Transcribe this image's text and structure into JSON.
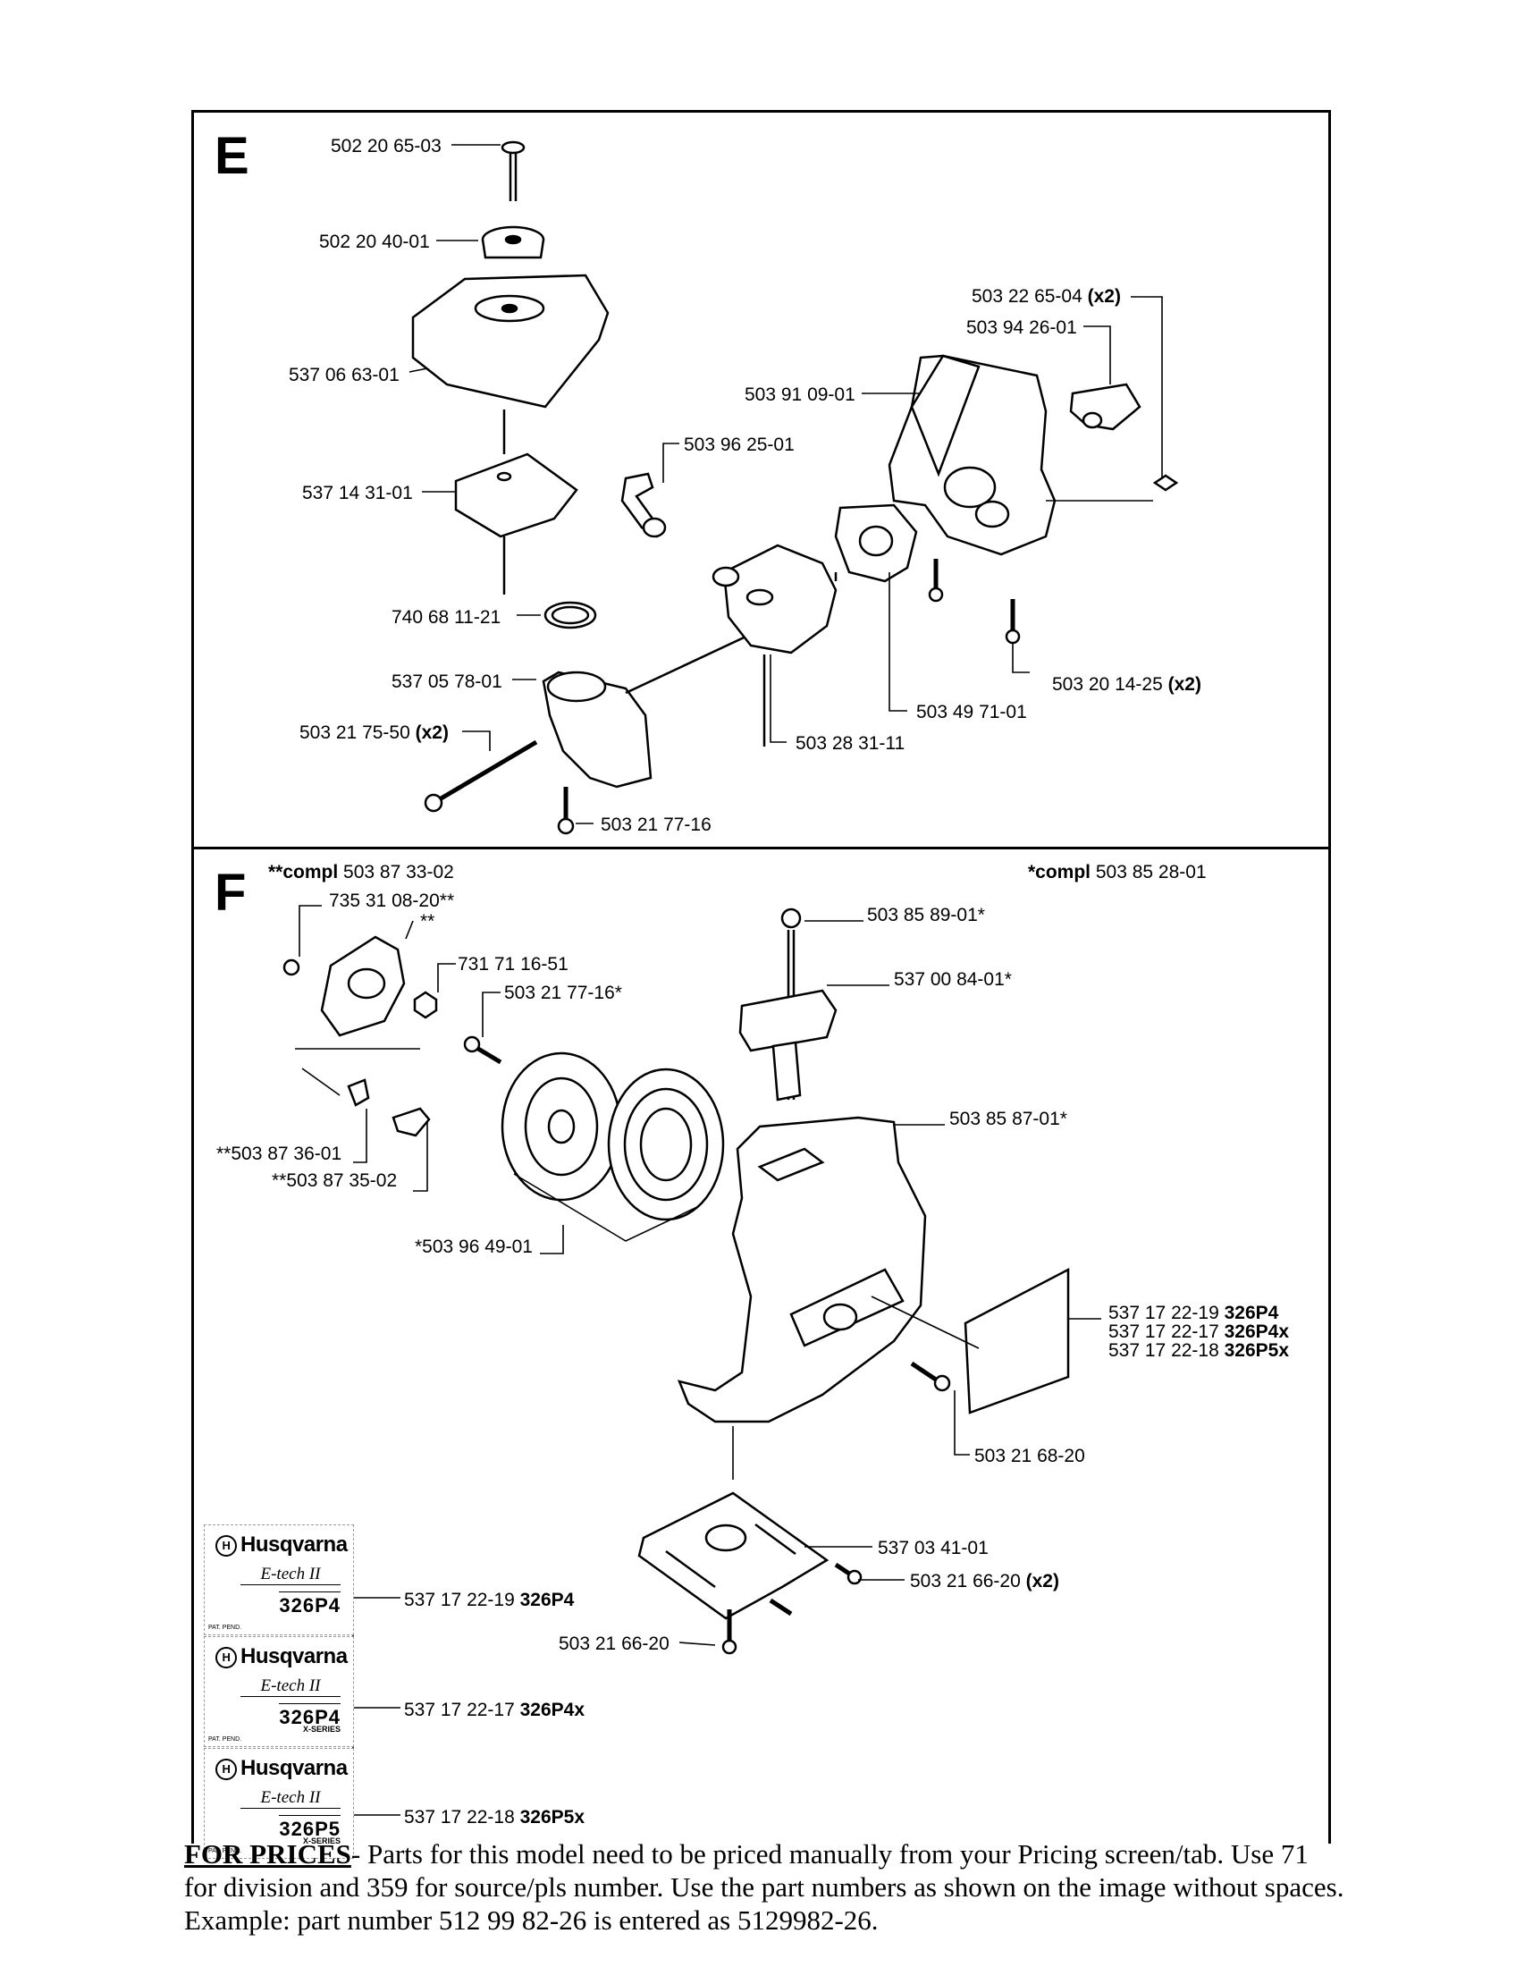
{
  "section_e": {
    "letter": "E",
    "labels": {
      "p1": "502 20 65-03",
      "p2": "502 20 40-01",
      "p3": "537 06 63-01",
      "p4": "537 14 31-01",
      "p5": "740 68 11-21",
      "p6": "537 05 78-01",
      "p7": "503 21 75-50",
      "p7_qty": "(x2)",
      "p8": "503 21 77-16",
      "p9": "503 96 25-01",
      "p10": "503 91 09-01",
      "p11": "503 22 65-04",
      "p11_qty": "(x2)",
      "p12": "503 94 26-01",
      "p13": "503 20 14-25",
      "p13_qty": "(x2)",
      "p14": "503 49 71-01",
      "p15": "503 28 31-11"
    }
  },
  "section_f": {
    "letter": "F",
    "compl_left_prefix": "**compl",
    "compl_left_num": "503 87 33-02",
    "compl_right_prefix": "*compl",
    "compl_right_num": "503 85 28-01",
    "labels": {
      "f1": "735 31 08-20**",
      "f1b": "**",
      "f2": "731 71 16-51",
      "f3": "503 21 77-16*",
      "f4": "**503 87 36-01",
      "f5": "**503 87 35-02",
      "f6": "*503 96 49-01",
      "f7": "503 85 89-01*",
      "f8": "537 00 84-01*",
      "f9": "503 85 87-01*",
      "f10a": "537 17 22-19",
      "f10a_m": "326P4",
      "f10b": "537 17 22-17",
      "f10b_m": "326P4x",
      "f10c": "537 17 22-18",
      "f10c_m": "326P5x",
      "f11": "503 21 68-20",
      "f12": "537 03 41-01",
      "f13": "503 21 66-20",
      "f13_qty": "(x2)",
      "f14": "503 21 66-20",
      "d1": "537 17 22-19",
      "d1_m": "326P4",
      "d2": "537 17 22-17",
      "d2_m": "326P4x",
      "d3": "537 17 22-18",
      "d3_m": "326P5x"
    },
    "decals": [
      {
        "brand": "Husqvarna",
        "tech": "E-tech II",
        "model": "326P4",
        "series": "",
        "pat": "PAT. PEND."
      },
      {
        "brand": "Husqvarna",
        "tech": "E-tech II",
        "model": "326P4",
        "series": "X-SERIES",
        "pat": "PAT. PEND."
      },
      {
        "brand": "Husqvarna",
        "tech": "E-tech II",
        "model": "326P5",
        "series": "X-SERIES",
        "pat": "PAT. PEND."
      }
    ]
  },
  "footer": {
    "heading": "FOR PRICES",
    "text": "- Parts for this model need to be priced manually from your Pricing screen/tab. Use 71 for division and 359 for source/pls number.   Use the part numbers as shown on the image without spaces.  Example: part number 512 99 82-26 is entered as 5129982-26."
  }
}
